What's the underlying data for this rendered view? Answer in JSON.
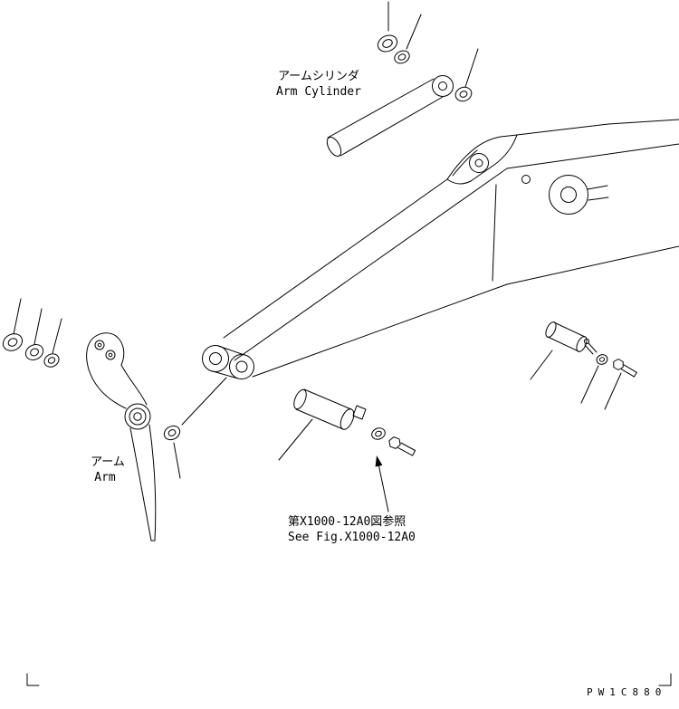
{
  "page": {
    "ink_color": "#000000",
    "paper_color": "#ffffff"
  },
  "labels": {
    "arm_cylinder": {
      "jp": "アームシリンダ",
      "en": "Arm Cylinder"
    },
    "arm": {
      "jp": "アーム",
      "en": "Arm"
    },
    "reference": {
      "jp": "第X1000-12A0図参照",
      "en": "See Fig.X1000-12A0"
    },
    "drawing_code": "PW1C880"
  }
}
